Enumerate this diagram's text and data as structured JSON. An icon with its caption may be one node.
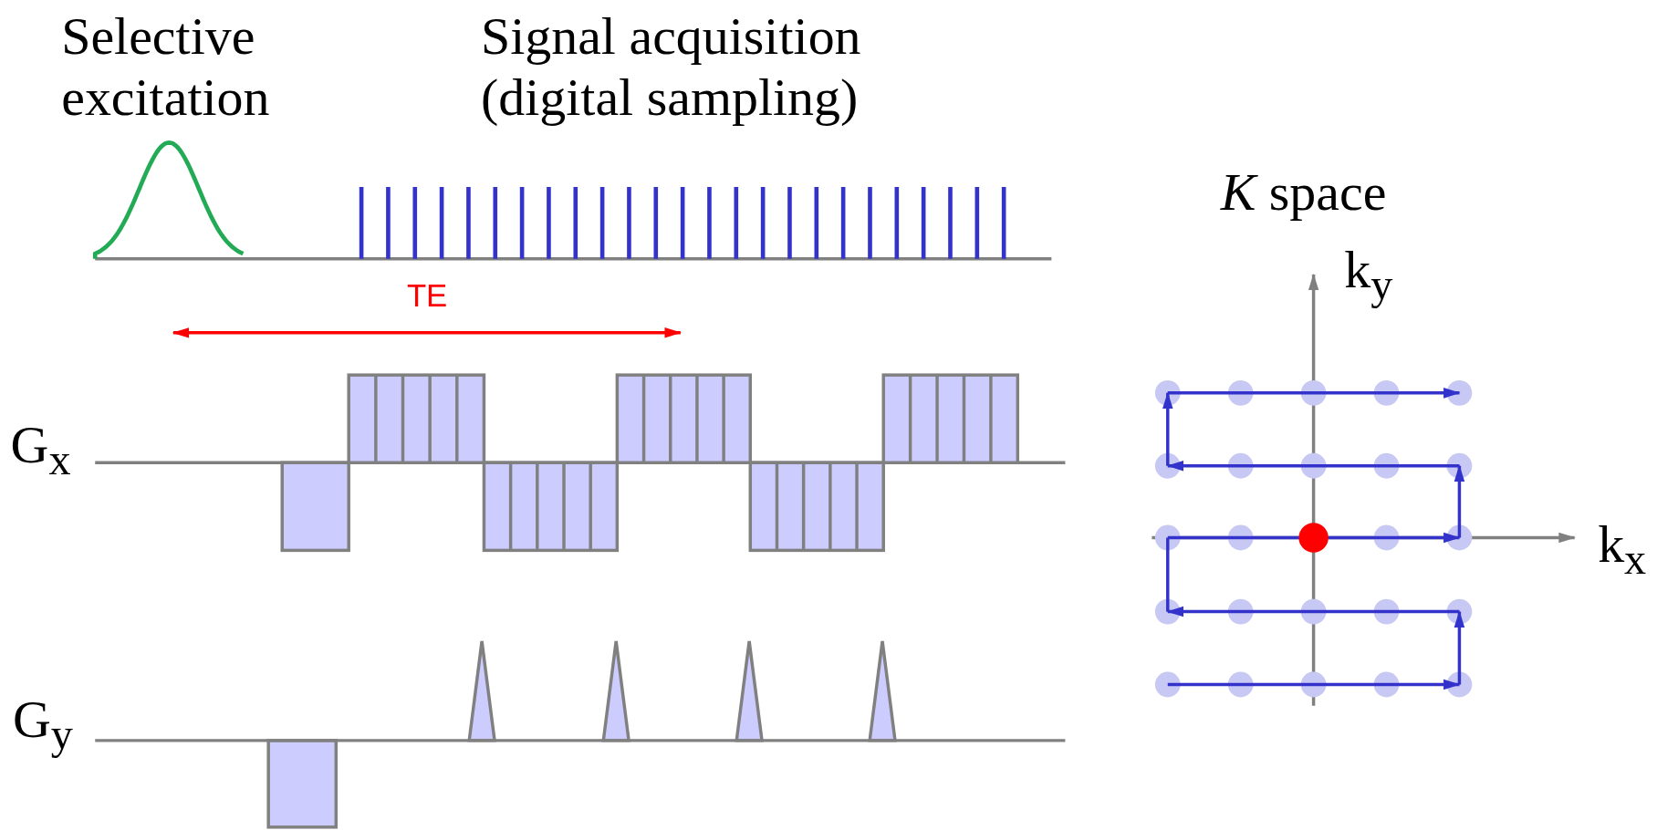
{
  "diagram": {
    "labels": [
      "Selective excitation",
      "Signal acquisition (digital sampling)",
      "TE",
      "G$_{x}$",
      "G$_{y}$",
      "*K* space",
      "k$_{y}$",
      "k$_{x}$"
    ]
  }
}
